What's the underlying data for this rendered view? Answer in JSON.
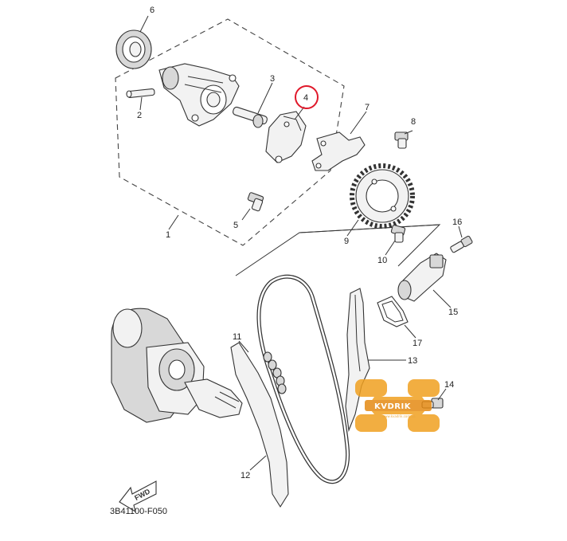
{
  "labels": {
    "p1": "1",
    "p2": "2",
    "p3": "3",
    "p4": "4",
    "p5": "5",
    "p6": "6",
    "p7": "7",
    "p8": "8",
    "p9": "9",
    "p10": "10",
    "p11": "11",
    "p12": "12",
    "p13": "13",
    "p14": "14",
    "p15": "15",
    "p16": "16",
    "p17": "17"
  },
  "diagram_code": "3B41100-F050",
  "direction_label": "FWD",
  "watermark": {
    "brand": "KVDRIK",
    "tagline": "www.kvadrik.com.ua"
  },
  "colors": {
    "highlight": "#e0182a",
    "watermark": "#f0a020",
    "line": "#333333"
  }
}
